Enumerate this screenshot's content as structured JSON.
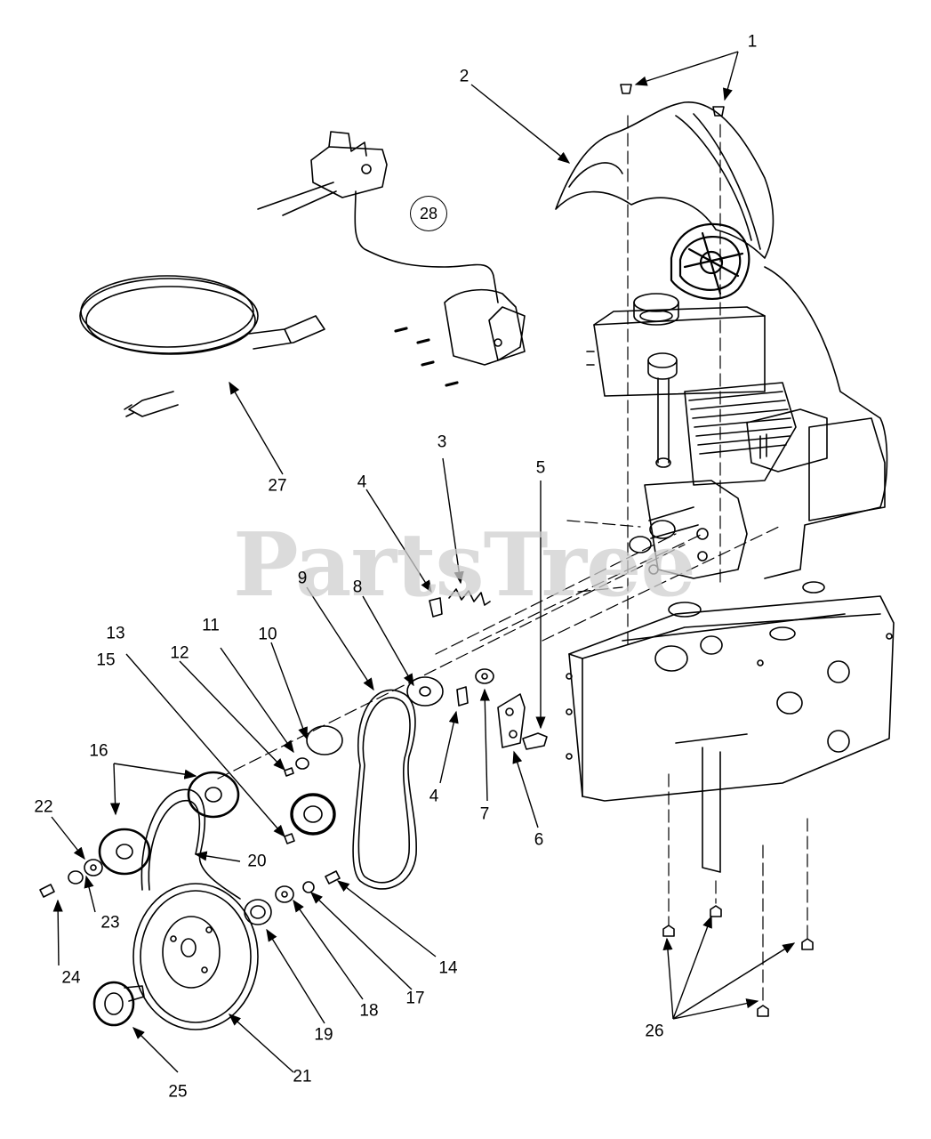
{
  "watermark": "PartsTree",
  "callouts": {
    "c1": "1",
    "c2": "2",
    "c3": "3",
    "c4a": "4",
    "c4b": "4",
    "c5": "5",
    "c6": "6",
    "c7": "7",
    "c8": "8",
    "c9": "9",
    "c10": "10",
    "c11": "11",
    "c12": "12",
    "c13": "13",
    "c14": "14",
    "c15": "15",
    "c16": "16",
    "c17": "17",
    "c18": "18",
    "c19": "19",
    "c20": "20",
    "c21": "21",
    "c22": "22",
    "c23": "23",
    "c24": "24",
    "c25": "25",
    "c26": "26",
    "c27": "27",
    "c28": "28"
  }
}
